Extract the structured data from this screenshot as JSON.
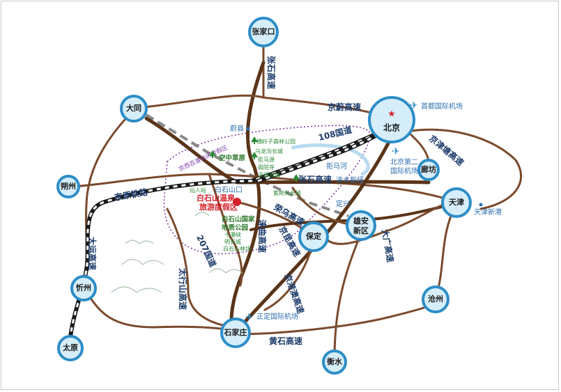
{
  "cities": {
    "zhangjiakou": "张家口",
    "datong": "大同",
    "beijing": "北京",
    "shuozhou": "朔州",
    "langfang": "廊坊",
    "tianjin": "天津",
    "baoding": "保定",
    "xiongan": "雄安\n新区",
    "xinzhou": "忻州",
    "cangzhou": "沧州",
    "shijiazhuang": "石家庄",
    "taiyuan": "太原",
    "hengshui": "衡水"
  },
  "highways": {
    "zhangshi": "张石高速",
    "jingyu": "京蔚高速",
    "g108": "108国道",
    "zhangshi2": "张石高速",
    "jingyuan_rail": "京原铁路",
    "datong_yun": "大运高速",
    "g207": "207国道",
    "laiqu": "涞曲高速",
    "rongwu": "荣乌高速",
    "jingkun": "京昆高速",
    "taihang": "太行山高速",
    "jinghu": "京港澳高速",
    "daguang": "大广高速",
    "jingju": "京津塘高速",
    "huangshi": "黄石高速"
  },
  "places": {
    "yuxian": "蔚县",
    "kongzhongcaoyuan": "空中草原",
    "xianrenyu": "仙人峪",
    "baishishankou": "白石山口",
    "laiyuanxian": "涞源县城",
    "zijingguan": "紫荆关长城",
    "laishuishuniu": "涞水枢纽",
    "dingxing": "定兴",
    "juma_river": "拒马河",
    "jujia": "拒马源",
    "gelingzi": "横岭子森林公园",
    "wulonggou": "乌龙沟长城",
    "geyuan_temple": "阁院寺",
    "baishishan_park": "白石山国家\n地质公园",
    "shiyanxia": "十瀑峡",
    "mingchangcheng": "明长城",
    "baishishan_forest": "白石山林场",
    "resort": "白石山温泉\n旅游度假区",
    "zone_label": "京西百渡休闲度假区",
    "capital_airport": "首都国际机场",
    "daxing_airport": "北京第二\n国际机场",
    "tianjin_port": "天津新港",
    "zhengding_airport": "正定国际机场"
  },
  "colors": {
    "city_ring": "#2d8dc7",
    "road": "#7a4a2c",
    "railway": "#1a1a1a",
    "resort_dot": "#d4202a",
    "zone": "#7b3fa0"
  },
  "icons": {
    "airport": "airplane-icon",
    "capital": "star-icon",
    "tree": "tree-icon",
    "resort": "red-dot-icon"
  }
}
